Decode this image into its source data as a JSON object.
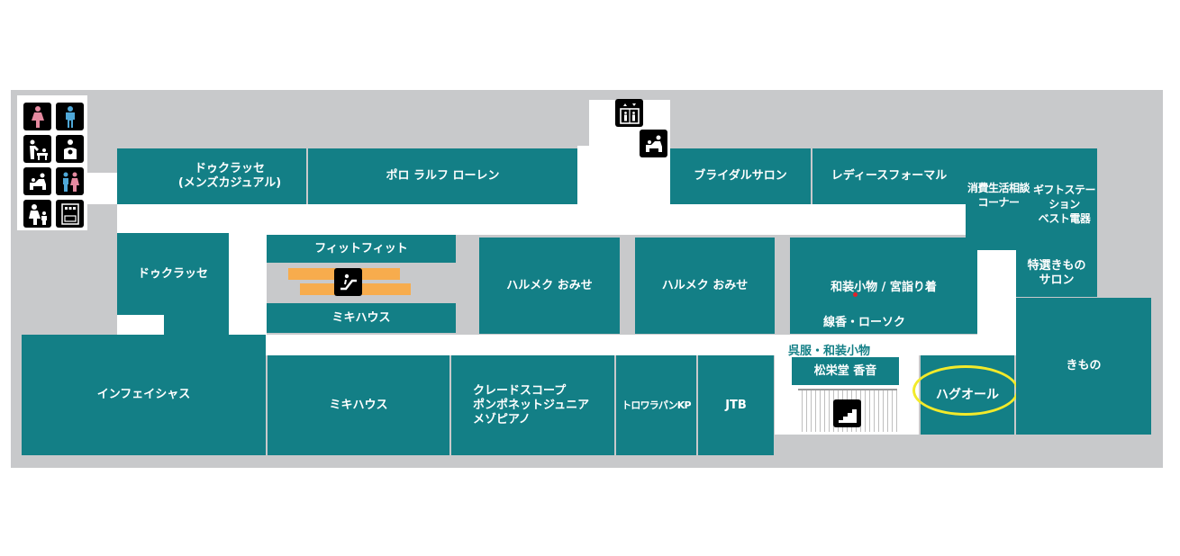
{
  "shops": {
    "dockers_mens": "ドゥクラッセ\n(メンズカジュアル)",
    "polo": "ポロ ラルフ ローレン",
    "bridal": "ブライダルサロン",
    "ladies_formal": "レディースフォーマル",
    "consumer": "消費生活相談\nコーナー",
    "gift": "ギフトステーション\nベスト電器",
    "dockers": "ドゥクラッセ",
    "fitfit": "フィットフィット",
    "mikihouse_center": "ミキハウス",
    "halmek1": "ハルメク おみせ",
    "halmek2": "ハルメク おみせ",
    "wasou_komono": "和装小物 / 宮詣り着",
    "senkou": "線香・ローソク",
    "tokusen": "特選きもの\nサロン",
    "infeishas": "インフェイシャス",
    "mikihouse_bottom": "ミキハウス",
    "clade": "クレードスコープ\nポンポネットジュニア\nメゾピアノ",
    "torowa": "トロワラパンKP",
    "jtb": "JTB",
    "shoeidou": "松栄堂 香音",
    "hugall": "ハグオール",
    "kimono": "きもの"
  },
  "labels": {
    "gofuku": "呉服・和装小物"
  },
  "icons": [
    "womens-restroom-icon",
    "mens-restroom-icon",
    "baby-changing-icon",
    "nursing-room-icon",
    "baby-care-icon",
    "family-restroom-icon",
    "parent-child-icon",
    "locker-icon",
    "elevator-icon",
    "escalator-icon",
    "stairs-icon"
  ],
  "colors": {
    "shop": "#137f86",
    "floor": "#c8c9cb",
    "corridor": "#ffffff",
    "escalator": "#f7ac4d",
    "highlight": "#f2ea2a",
    "pin": "#e0242c"
  }
}
